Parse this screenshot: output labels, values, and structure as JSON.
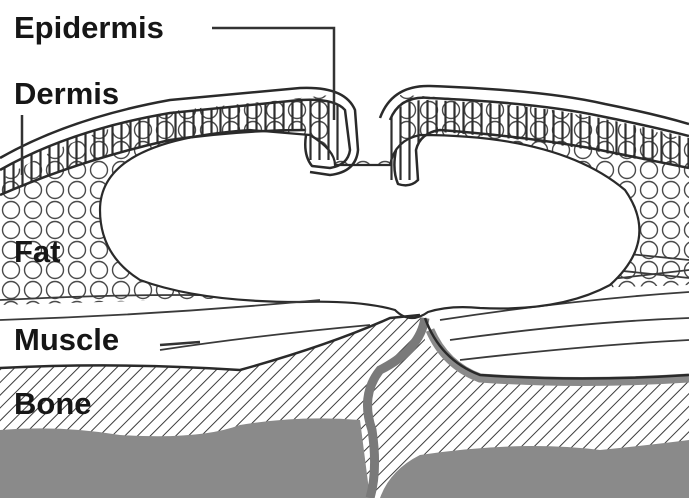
{
  "labels": {
    "epidermis": "Epidermis",
    "dermis": "Dermis",
    "fat": "Fat",
    "muscle": "Muscle",
    "bone": "Bone"
  },
  "colors": {
    "line": "#2a2a2a",
    "label": "#161616",
    "marrow": "#8a8a8a",
    "paper": "#ffffff"
  }
}
